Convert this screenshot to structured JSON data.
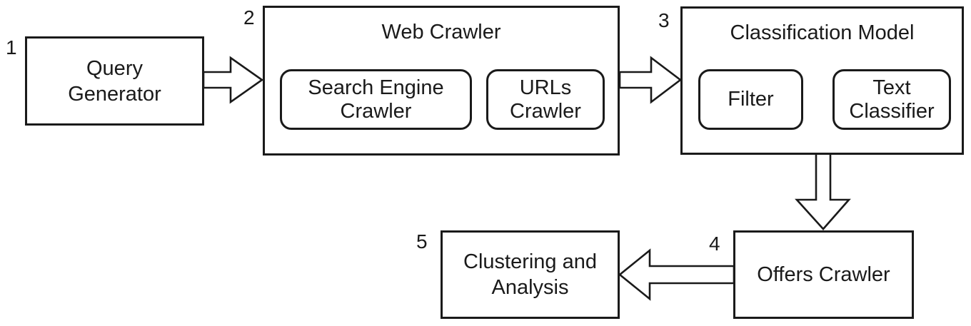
{
  "diagram": {
    "background_color": "#ffffff",
    "stroke_color": "#1a1a1a",
    "nodes": {
      "query_generator": {
        "number": "1",
        "line1": "Query",
        "line2": "Generator"
      },
      "web_crawler": {
        "number": "2",
        "title": "Web Crawler"
      },
      "search_engine_crawler": {
        "line1": "Search Engine",
        "line2": "Crawler"
      },
      "urls_crawler": {
        "line1": "URLs",
        "line2": "Crawler"
      },
      "classification_model": {
        "number": "3",
        "title": "Classification Model"
      },
      "filter": {
        "label": "Filter"
      },
      "text_classifier": {
        "line1": "Text",
        "line2": "Classifier"
      },
      "offers_crawler": {
        "number": "4",
        "label": "Offers Crawler"
      },
      "clustering_analysis": {
        "number": "5",
        "line1": "Clustering and",
        "line2": "Analysis"
      }
    },
    "connections": [
      {
        "from": "Query Generator",
        "to": "Web Crawler",
        "direction": "right"
      },
      {
        "from": "Web Crawler",
        "to": "Classification Model",
        "direction": "right"
      },
      {
        "from": "Classification Model",
        "to": "Offers Crawler",
        "direction": "down"
      },
      {
        "from": "Offers Crawler",
        "to": "Clustering and Analysis",
        "direction": "left"
      }
    ]
  }
}
